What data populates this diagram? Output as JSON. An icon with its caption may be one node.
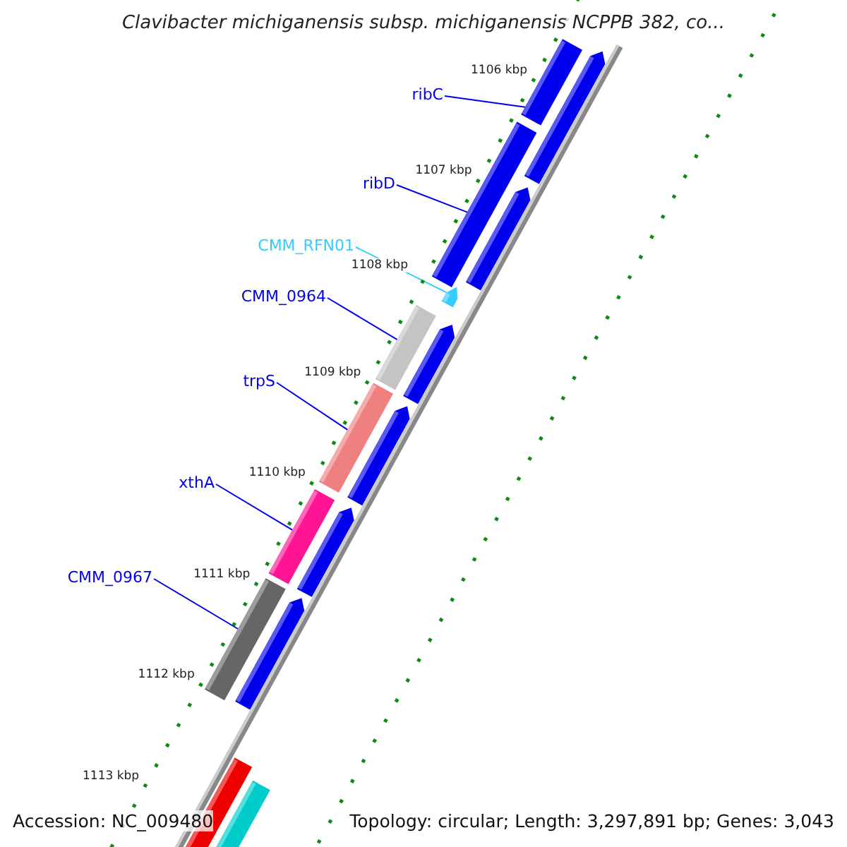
{
  "diagram": {
    "title": "Clavibacter michiganensis subsp. michiganensis NCPPB 382, co...",
    "nodes": [
      {
        "text": [
          "ribC"
        ]
      },
      {
        "text": [
          "ribD"
        ]
      },
      {
        "text": [
          "CMM_RFN01"
        ]
      },
      {
        "text": [
          "CMM_0964"
        ]
      },
      {
        "text": [
          "trpS"
        ]
      },
      {
        "text": [
          "xthA"
        ]
      },
      {
        "text": [
          "CMM_0967"
        ]
      },
      {
        "text": [],
        "shape": "bar"
      },
      {
        "text": [],
        "shape": "bar"
      },
      {
        "text": [],
        "shape": "arrow"
      },
      {
        "text": [],
        "shape": "bar"
      },
      {
        "text": [],
        "shape": "bar"
      },
      {
        "text": [],
        "shape": "bar"
      },
      {
        "text": [],
        "shape": "bar"
      }
    ],
    "edges": [
      {
        "from": 0,
        "to": 7,
        "arrow": "none"
      },
      {
        "from": 1,
        "to": 8,
        "arrow": "none"
      },
      {
        "from": 2,
        "to": 9,
        "arrow": "none",
        "color": "#33ccff"
      },
      {
        "from": 3,
        "to": 10,
        "arrow": "none"
      },
      {
        "from": 4,
        "to": 11,
        "arrow": "none"
      },
      {
        "from": 5,
        "to": 12,
        "arrow": "none"
      },
      {
        "from": 6,
        "to": 13,
        "arrow": "none"
      }
    ],
    "labels": [
      "1106 kbp",
      "1107 kbp",
      "1108 kbp",
      "1109 kbp",
      "1110 kbp",
      "1111 kbp",
      "1112 kbp",
      "1113 kbp",
      "Accession: NC_009480",
      "Topology: circular; Length: 3,297,891 bp; Genes: 3,043"
    ]
  }
}
